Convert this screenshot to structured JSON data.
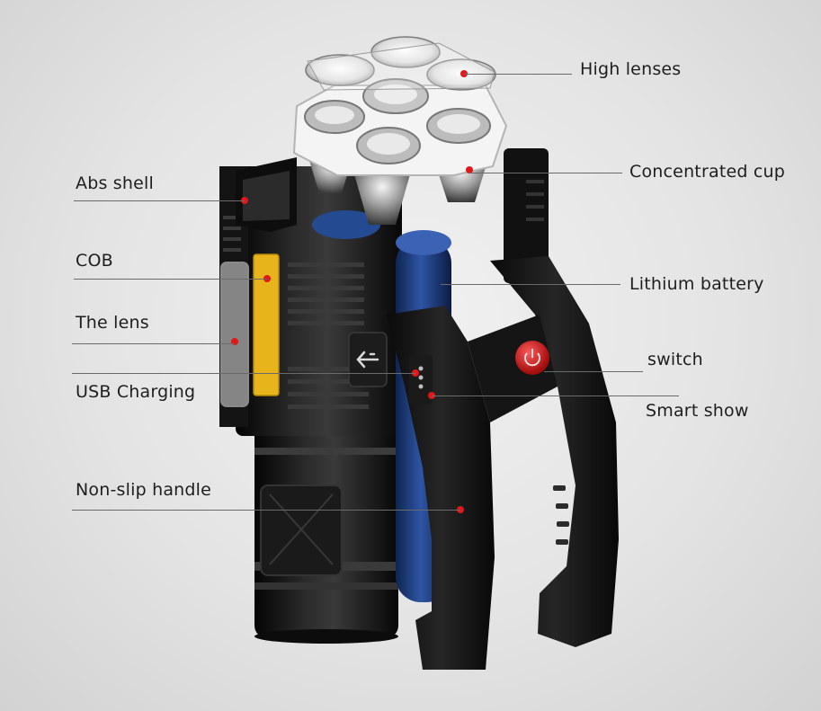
{
  "labels": {
    "high_lenses": "High lenses",
    "concentrated_cup": "Concentrated cup",
    "abs_shell": "Abs shell",
    "cob": "COB",
    "lithium_battery": "Lithium battery",
    "the_lens": "The lens",
    "switch": "switch",
    "usb_charging": "USB Charging",
    "smart_show": "Smart show",
    "non_slip_handle": "Non-slip handle"
  },
  "colors": {
    "background": "#e4e4e4",
    "body": "#121212",
    "battery": "#1f3d78",
    "cob_panel": "#e8b41c",
    "switch_button": "#cc1414",
    "marker_dot": "#e01818",
    "lens": "#f2f2f2"
  }
}
